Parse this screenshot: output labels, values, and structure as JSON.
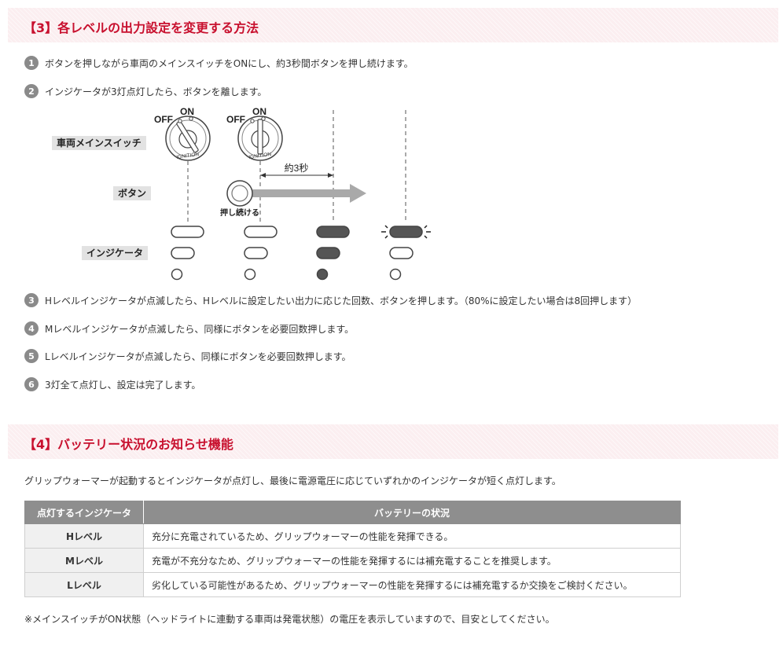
{
  "section3": {
    "title": "【3】各レベルの出力設定を変更する方法",
    "steps": [
      {
        "num": "1",
        "text": "ボタンを押しながら車両のメインスイッチをONにし、約3秒間ボタンを押し続けます。"
      },
      {
        "num": "2",
        "text": "インジケータが3灯点灯したら、ボタンを離します。"
      },
      {
        "num": "3",
        "text": "Hレベルインジケータが点滅したら、Hレベルに設定したい出力に応じた回数、ボタンを押します。（80%に設定したい場合は8回押します）"
      },
      {
        "num": "4",
        "text": "Mレベルインジケータが点滅したら、同様にボタンを必要回数押します。"
      },
      {
        "num": "5",
        "text": "Lレベルインジケータが点滅したら、同様にボタンを必要回数押します。"
      },
      {
        "num": "6",
        "text": "3灯全て点灯し、設定は完了します。"
      }
    ],
    "diagram": {
      "label_switch": "車両メインスイッチ",
      "label_button": "ボタン",
      "label_indicator": "インジケータ",
      "off": "OFF",
      "on": "ON",
      "ignition": "IGNITION",
      "duration": "約3秒",
      "hold": "押し続ける"
    }
  },
  "section4": {
    "title": "【4】バッテリー状況のお知らせ機能",
    "intro": "グリップウォーマーが起動するとインジケータが点灯し、最後に電源電圧に応じていずれかのインジケータが短く点灯します。",
    "table": {
      "headers": [
        "点灯するインジケータ",
        "バッテリーの状況"
      ],
      "rows": [
        {
          "level": "Hレベル",
          "status": "充分に充電されているため、グリップウォーマーの性能を発揮できる。"
        },
        {
          "level": "Mレベル",
          "status": "充電が不充分なため、グリップウォーマーの性能を発揮するには補充電することを推奨します。"
        },
        {
          "level": "Lレベル",
          "status": "劣化している可能性があるため、グリップウォーマーの性能を発揮するには補充電するか交換をご検討ください。"
        }
      ]
    },
    "note": "※メインスイッチがON状態（ヘッドライトに連動する車両は発電状態）の電圧を表示していますので、目安としてください。"
  },
  "colors": {
    "accent": "#c8102e",
    "header_bg": "#fbeef0",
    "step_badge": "#8a8a8a",
    "table_header": "#8e8e8e",
    "indicator_on": "#555555"
  }
}
